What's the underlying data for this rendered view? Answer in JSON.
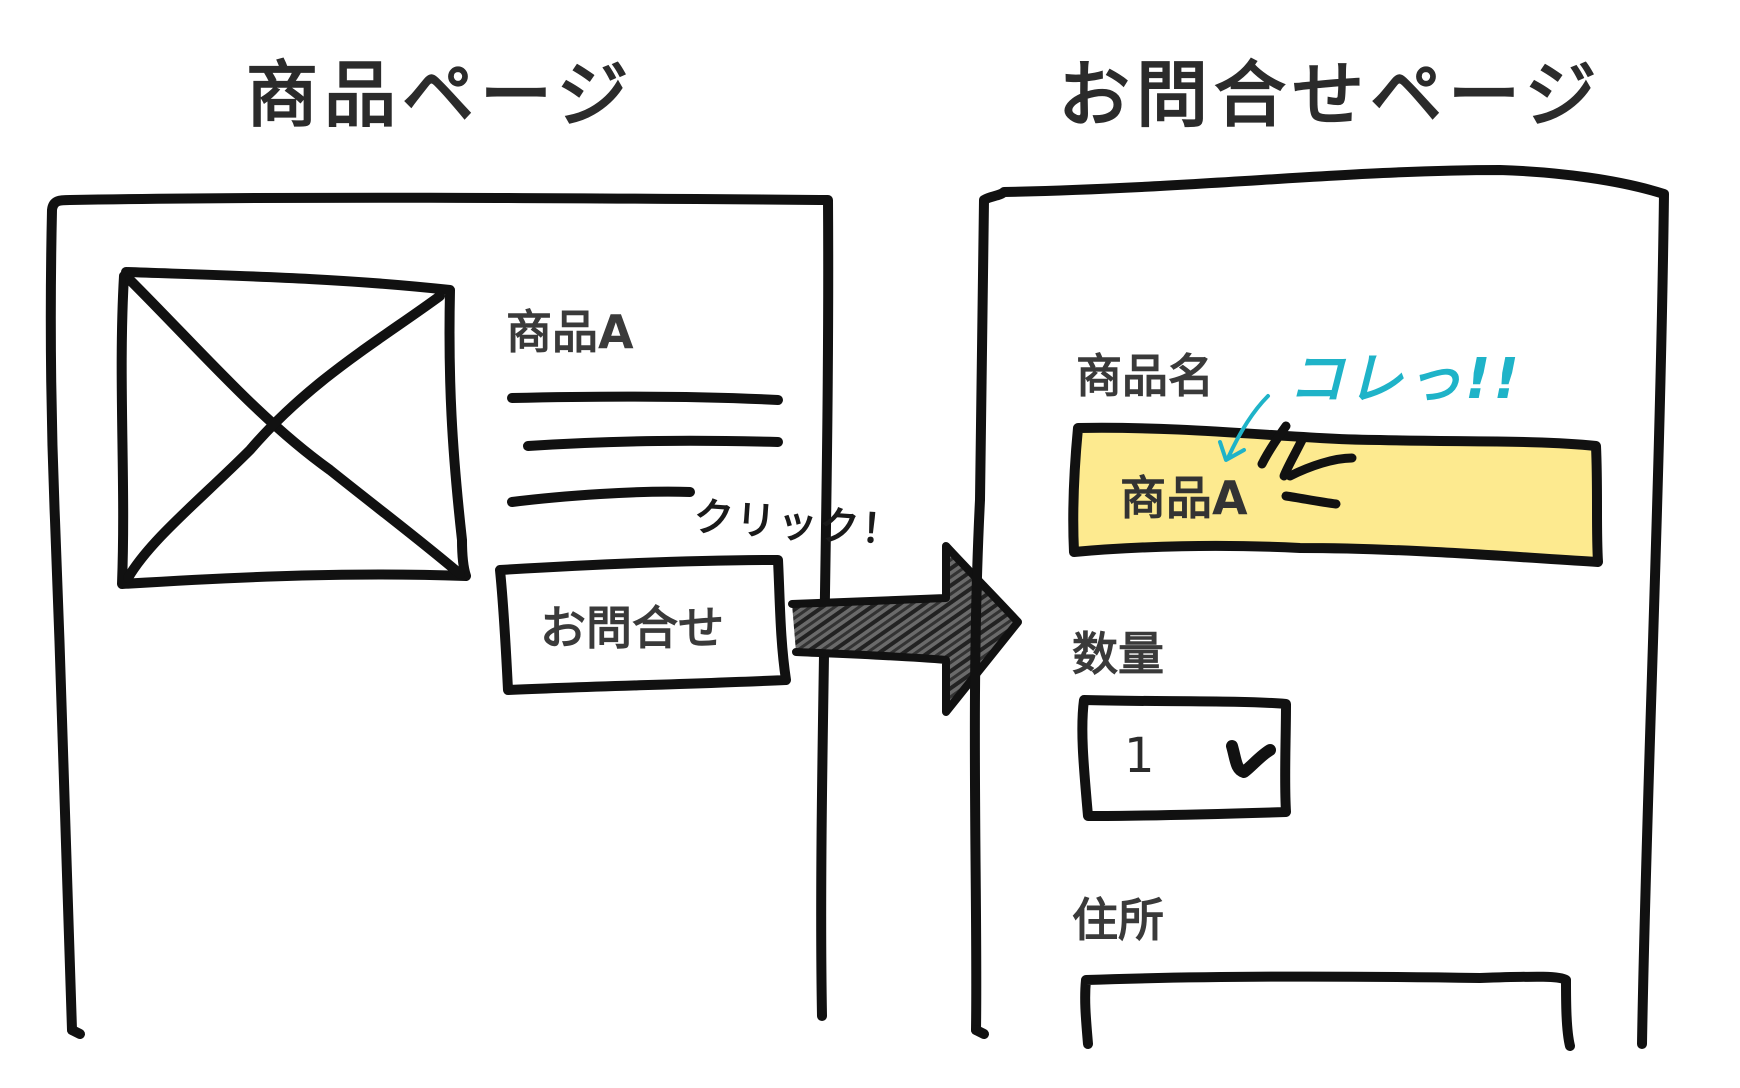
{
  "left_page": {
    "title": "商品ページ",
    "product_name": "商品A",
    "inquiry_button_label": "お問合せ"
  },
  "transition": {
    "label": "クリック！"
  },
  "right_page": {
    "title": "お問合せページ",
    "product_field": {
      "label": "商品名",
      "value": "商品A",
      "callout": "コレっ!!"
    },
    "quantity_field": {
      "label": "数量",
      "value": "1"
    },
    "address_field": {
      "label": "住所"
    }
  },
  "colors": {
    "ink": "#111111",
    "text": "#2b2b2b",
    "highlight_fill": "#fdea8f",
    "accent": "#1fb3c8"
  },
  "icons": {
    "image_placeholder": "image-placeholder-icon",
    "checkmark": "checkmark-icon",
    "arrow": "arrow-right-icon"
  }
}
